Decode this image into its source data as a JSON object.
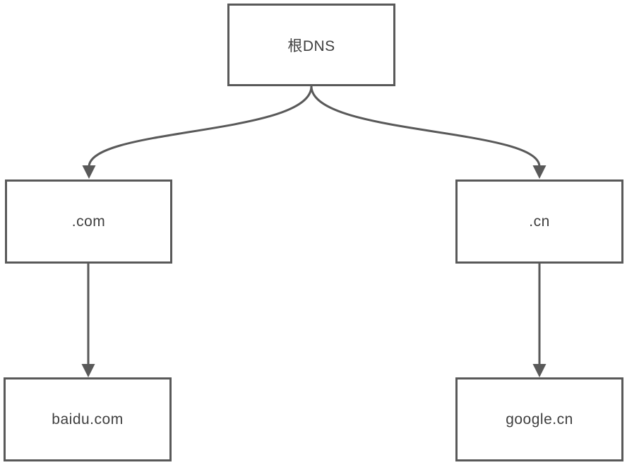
{
  "diagram": {
    "type": "tree",
    "nodes": {
      "root": {
        "id": "root",
        "label": "根DNS"
      },
      "com": {
        "id": "com",
        "label": ".com"
      },
      "cn": {
        "id": "cn",
        "label": ".cn"
      },
      "baidu": {
        "id": "baidu",
        "label": "baidu.com"
      },
      "google": {
        "id": "google",
        "label": "google.cn"
      }
    },
    "edges": [
      {
        "from": "root",
        "to": "com",
        "style": "curved-arrow"
      },
      {
        "from": "root",
        "to": "cn",
        "style": "curved-arrow"
      },
      {
        "from": "com",
        "to": "baidu",
        "style": "straight-arrow"
      },
      {
        "from": "cn",
        "to": "google",
        "style": "straight-arrow"
      }
    ],
    "colors": {
      "stroke": "#595959",
      "text": "#3f3f3f",
      "node_fill": "#ffffff",
      "background": "#ffffff"
    }
  }
}
